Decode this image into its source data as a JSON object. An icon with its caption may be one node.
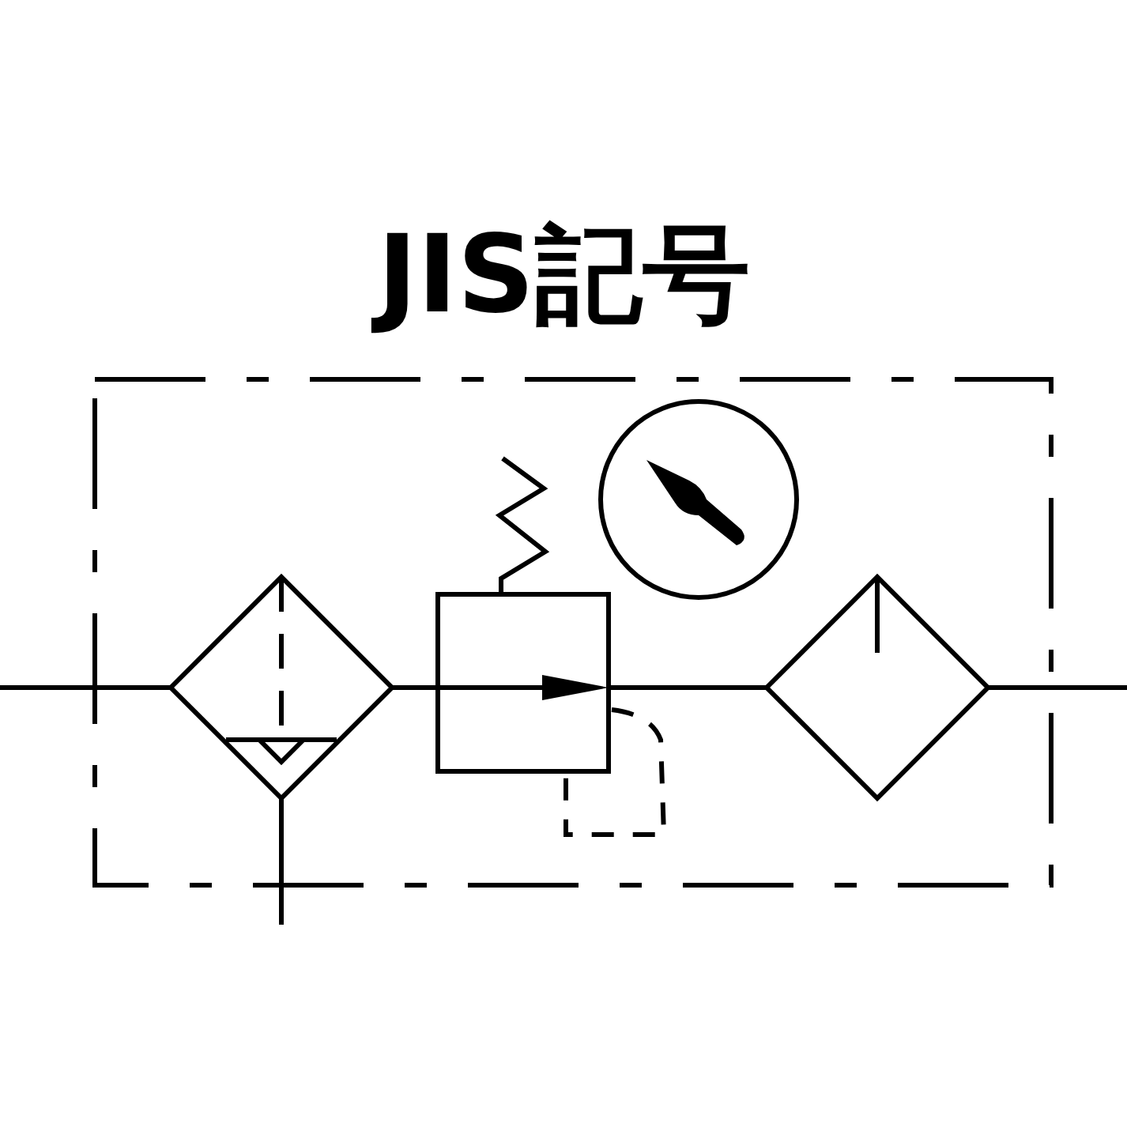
{
  "diagram": {
    "title": "JIS記号",
    "nodes": [
      {
        "text": [],
        "shape": "box"
      },
      {
        "text": [],
        "shape": "diamond",
        "in": 0
      },
      {
        "text": [],
        "shape": "box",
        "in": 0
      },
      {
        "text": [],
        "shape": "circle",
        "in": 0
      },
      {
        "text": [],
        "shape": "diamond",
        "in": 0
      }
    ],
    "edges": [
      {
        "from": null,
        "to": 1,
        "arrow": "none"
      },
      {
        "from": 1,
        "to": 2,
        "arrow": "none"
      },
      {
        "from": 2,
        "to": 4,
        "arrow": "none"
      },
      {
        "from": 4,
        "to": null,
        "arrow": "none"
      },
      {
        "from": 1,
        "to": null,
        "arrow": "none"
      }
    ]
  }
}
